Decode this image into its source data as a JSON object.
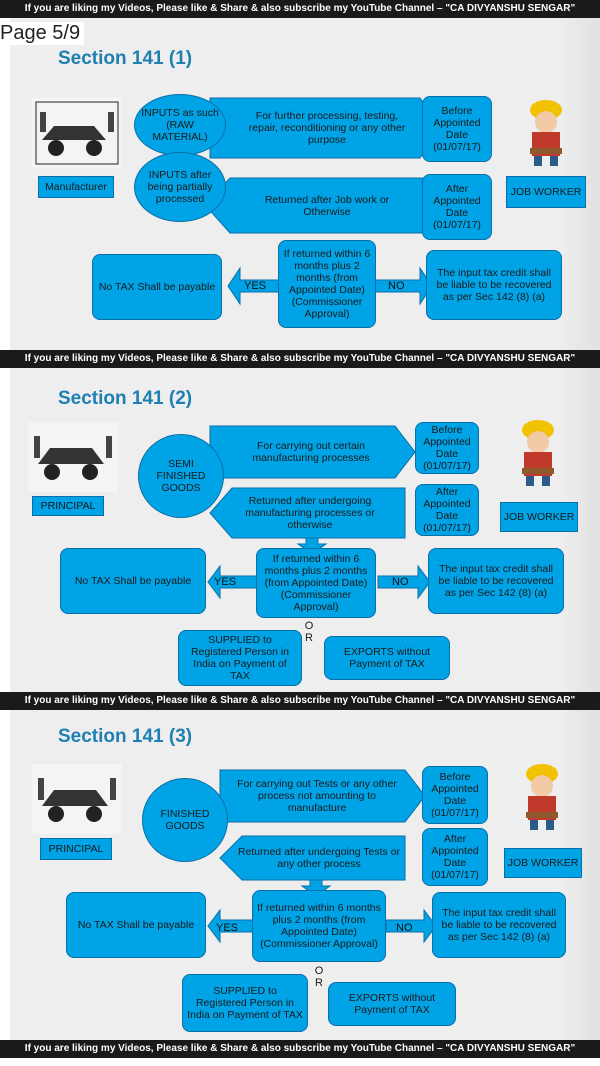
{
  "banner": "If you are liking my Videos, Please like & Share & also subscribe my YouTube Channel – \"CA DIVYANSHU SENGAR\"",
  "page_label": "Page 5/9",
  "s1": {
    "title": "Section 141 (1)",
    "manufacturer": "Manufacturer",
    "inputs_raw": "INPUTS as such (RAW MATERIAL)",
    "inputs_partial": "INPUTS after being partially processed",
    "further_processing": "For further processing, testing, repair, reconditioning or any other purpose",
    "returned": "Returned after Job work or Otherwise",
    "before": "Before Appointed Date (01/07/17)",
    "after": "After Appointed Date (01/07/17)",
    "job_worker": "JOB WORKER",
    "condition": "If returned within 6 months plus 2 months (from Appointed Date) (Commissioner Approval)",
    "no_tax": "No TAX Shall be payable",
    "yes": "YES",
    "no": "NO",
    "itc": "The input tax credit shall be liable to be recovered as per Sec 142 (8) (a)"
  },
  "s2": {
    "title": "Section 141 (2)",
    "principal": "PRINCIPAL",
    "semi": "SEMI FINISHED GOODS",
    "carrying": "For carrying out certain manufacturing processes",
    "returned": "Returned after undergoing manufacturing processes or otherwise",
    "before": "Before Appointed Date (01/07/17)",
    "after": "After Appointed Date (01/07/17)",
    "job_worker": "JOB WORKER",
    "condition": "If returned within 6 months plus 2 months (from Appointed Date) (Commissioner Approval)",
    "no_tax": "No TAX Shall be payable",
    "yes": "YES",
    "no": "NO",
    "itc": "The input tax credit shall be liable to be recovered as per Sec 142 (8) (a)",
    "or": "O R",
    "supplied": "SUPPLIED to Registered Person in India on Payment of TAX",
    "exports": "EXPORTS without Payment of TAX"
  },
  "s3": {
    "title": "Section 141 (3)",
    "principal": "PRINCIPAL",
    "finished": "FINISHED GOODS",
    "carrying": "For carrying out Tests or any other process not amounting to manufacture",
    "returned": "Returned after undergoing Tests or any other process",
    "before": "Before Appointed Date (01/07/17)",
    "after": "After Appointed Date (01/07/17)",
    "job_worker": "JOB WORKER",
    "condition": "If returned within 6 months plus 2 months (from Appointed Date) (Commissioner Approval)",
    "no_tax": "No TAX Shall be payable",
    "yes": "YES",
    "no": "NO",
    "itc": "The input tax credit shall be liable to be recovered as per Sec 142 (8) (a)",
    "or": "O R",
    "supplied": "SUPPLIED to Registered Person in India on Payment of TAX",
    "exports": "EXPORTS without Payment of TAX"
  },
  "colors": {
    "box": "#00a3e6",
    "title": "#1d7fb2",
    "banner": "#1a1a1a"
  }
}
